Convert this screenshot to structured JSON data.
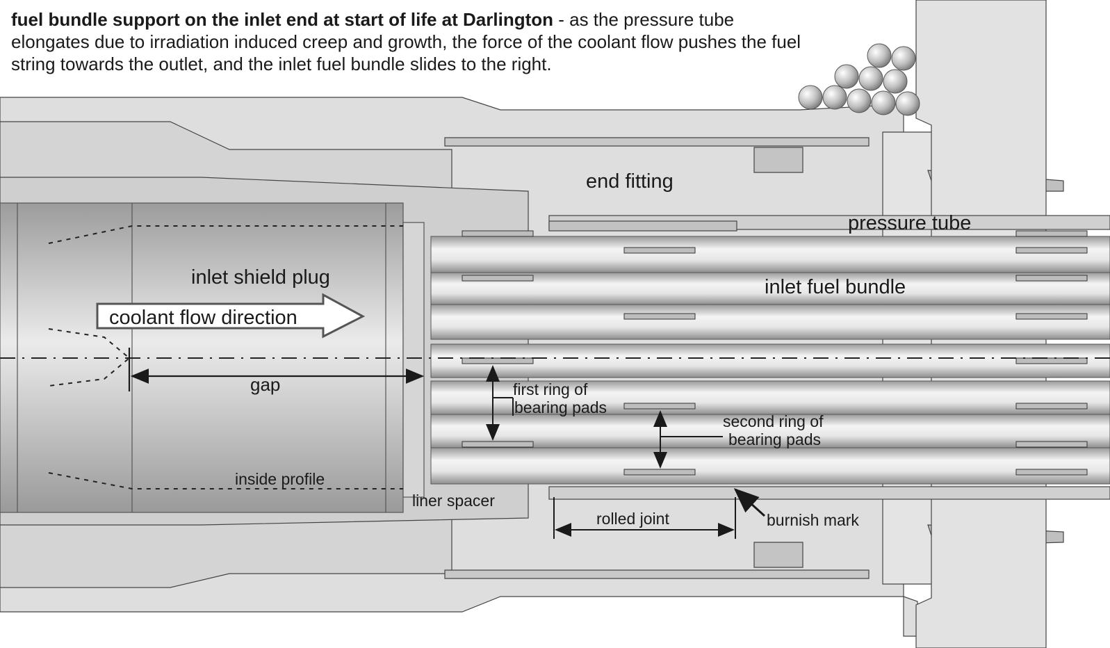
{
  "caption": {
    "bold": "fuel bundle support on the inlet end at start of life at Darlington",
    "rest": " - as the pressure tube elongates due to irradiation induced creep and growth, the force of the coolant flow pushes the fuel string towards the outlet, and the inlet fuel bundle slides to the right."
  },
  "labels": {
    "end_fitting": "end fitting",
    "pressure_tube": "pressure tube",
    "inlet_shield_plug": "inlet shield plug",
    "inlet_fuel_bundle": "inlet fuel bundle",
    "coolant_flow": "coolant flow direction",
    "gap": "gap",
    "first_ring_1": "first ring of",
    "first_ring_2": "bearing pads",
    "second_ring_1": "second ring of",
    "second_ring_2": "bearing pads",
    "inside_profile": "inside profile",
    "liner_spacer": "liner spacer",
    "rolled_joint": "rolled joint",
    "burnish_mark": "burnish mark"
  },
  "colors": {
    "steel_fill": "#d8d8d8",
    "outline": "#444444",
    "text": "#1a1a1a"
  }
}
